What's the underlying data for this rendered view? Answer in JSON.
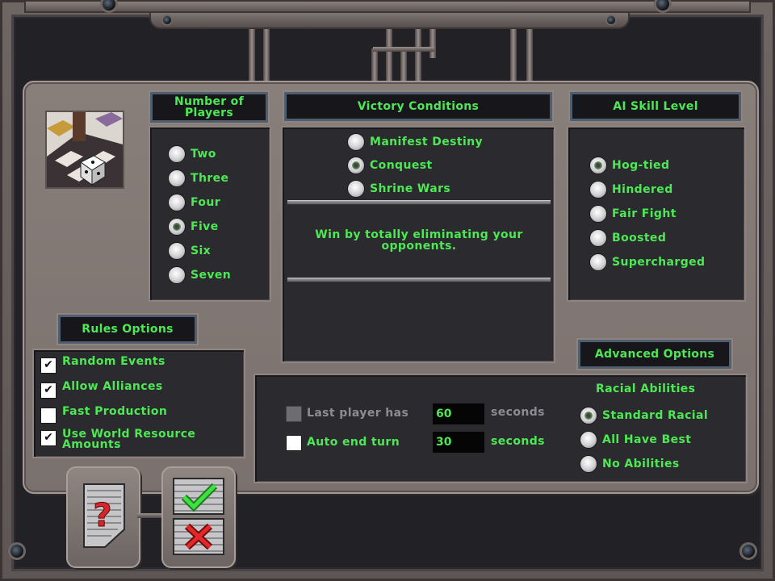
{
  "players": {
    "title": "Number of Players",
    "options": [
      "Two",
      "Three",
      "Four",
      "Five",
      "Six",
      "Seven"
    ],
    "selected": "Five"
  },
  "victory": {
    "title": "Victory Conditions",
    "options": [
      "Manifest Destiny",
      "Conquest",
      "Shrine Wars"
    ],
    "selected": "Conquest",
    "description": "Win by totally eliminating your opponents."
  },
  "ai": {
    "title": "AI Skill Level",
    "options": [
      "Hog-tied",
      "Hindered",
      "Fair Fight",
      "Boosted",
      "Supercharged"
    ],
    "selected": "Hog-tied"
  },
  "rules": {
    "title": "Rules Options",
    "options": [
      {
        "label": "Random Events",
        "checked": true
      },
      {
        "label": "Allow Alliances",
        "checked": true
      },
      {
        "label": "Fast Production",
        "checked": false
      },
      {
        "label": "Use World Resource Amounts",
        "checked": true
      }
    ]
  },
  "advanced": {
    "title": "Advanced Options",
    "last_player": {
      "label": "Last player has",
      "value": "60",
      "unit": "seconds",
      "checked": false,
      "enabled": false
    },
    "auto_end": {
      "label": "Auto end turn",
      "value": "30",
      "unit": "seconds",
      "checked": false,
      "enabled": true
    },
    "racial": {
      "title": "Racial Abilities",
      "options": [
        "Standard Racial",
        "All Have Best",
        "No Abilities"
      ],
      "selected": "Standard Racial"
    }
  },
  "icons": {
    "help": "help-question-icon",
    "accept": "green-check-icon",
    "cancel": "red-x-icon",
    "preview": "dice-preview-image"
  },
  "colors": {
    "text_green": "#4de854",
    "panel": "#2b2a2f",
    "header_bg": "#17161a",
    "frame": "#7f7673"
  }
}
